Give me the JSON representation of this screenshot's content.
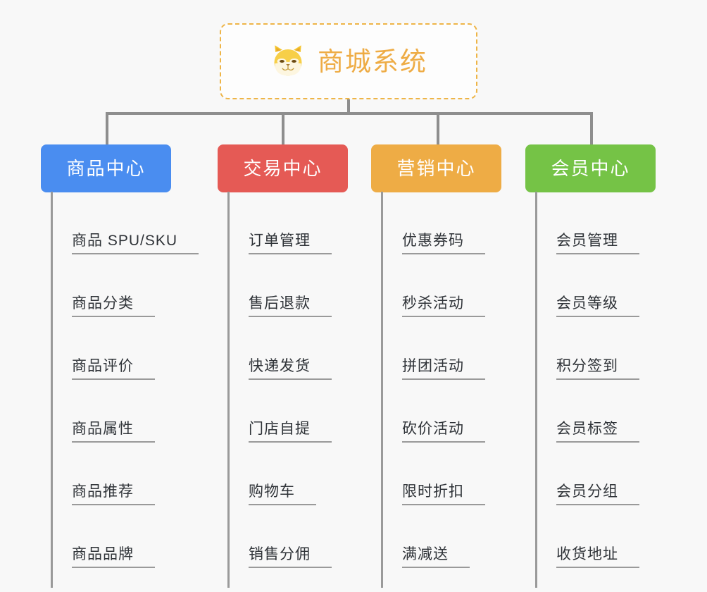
{
  "root": {
    "title": "商城系统",
    "icon": "shiba-inu-icon",
    "border_color": "#eeb548",
    "text_color": "#eeac45"
  },
  "diagram": {
    "type": "mind-map",
    "background_color": "#f8f8f8",
    "connector_color": "#8e8e8e",
    "leaf_line_color": "#9a9a9a",
    "leaf_text_color": "#2f3338"
  },
  "branches": [
    {
      "label": "商品中心",
      "color": "#4a8df0",
      "items": [
        "商品 SPU/SKU",
        "商品分类",
        "商品评价",
        "商品属性",
        "商品推荐",
        "商品品牌"
      ]
    },
    {
      "label": "交易中心",
      "color": "#e55a55",
      "items": [
        "订单管理",
        "售后退款",
        "快递发货",
        "门店自提",
        "购物车",
        "销售分佣"
      ]
    },
    {
      "label": "营销中心",
      "color": "#eeac45",
      "items": [
        "优惠券码",
        "秒杀活动",
        "拼团活动",
        "砍价活动",
        "限时折扣",
        "满减送"
      ]
    },
    {
      "label": "会员中心",
      "color": "#75c346",
      "items": [
        "会员管理",
        "会员等级",
        "积分签到",
        "会员标签",
        "会员分组",
        "收货地址"
      ]
    }
  ]
}
